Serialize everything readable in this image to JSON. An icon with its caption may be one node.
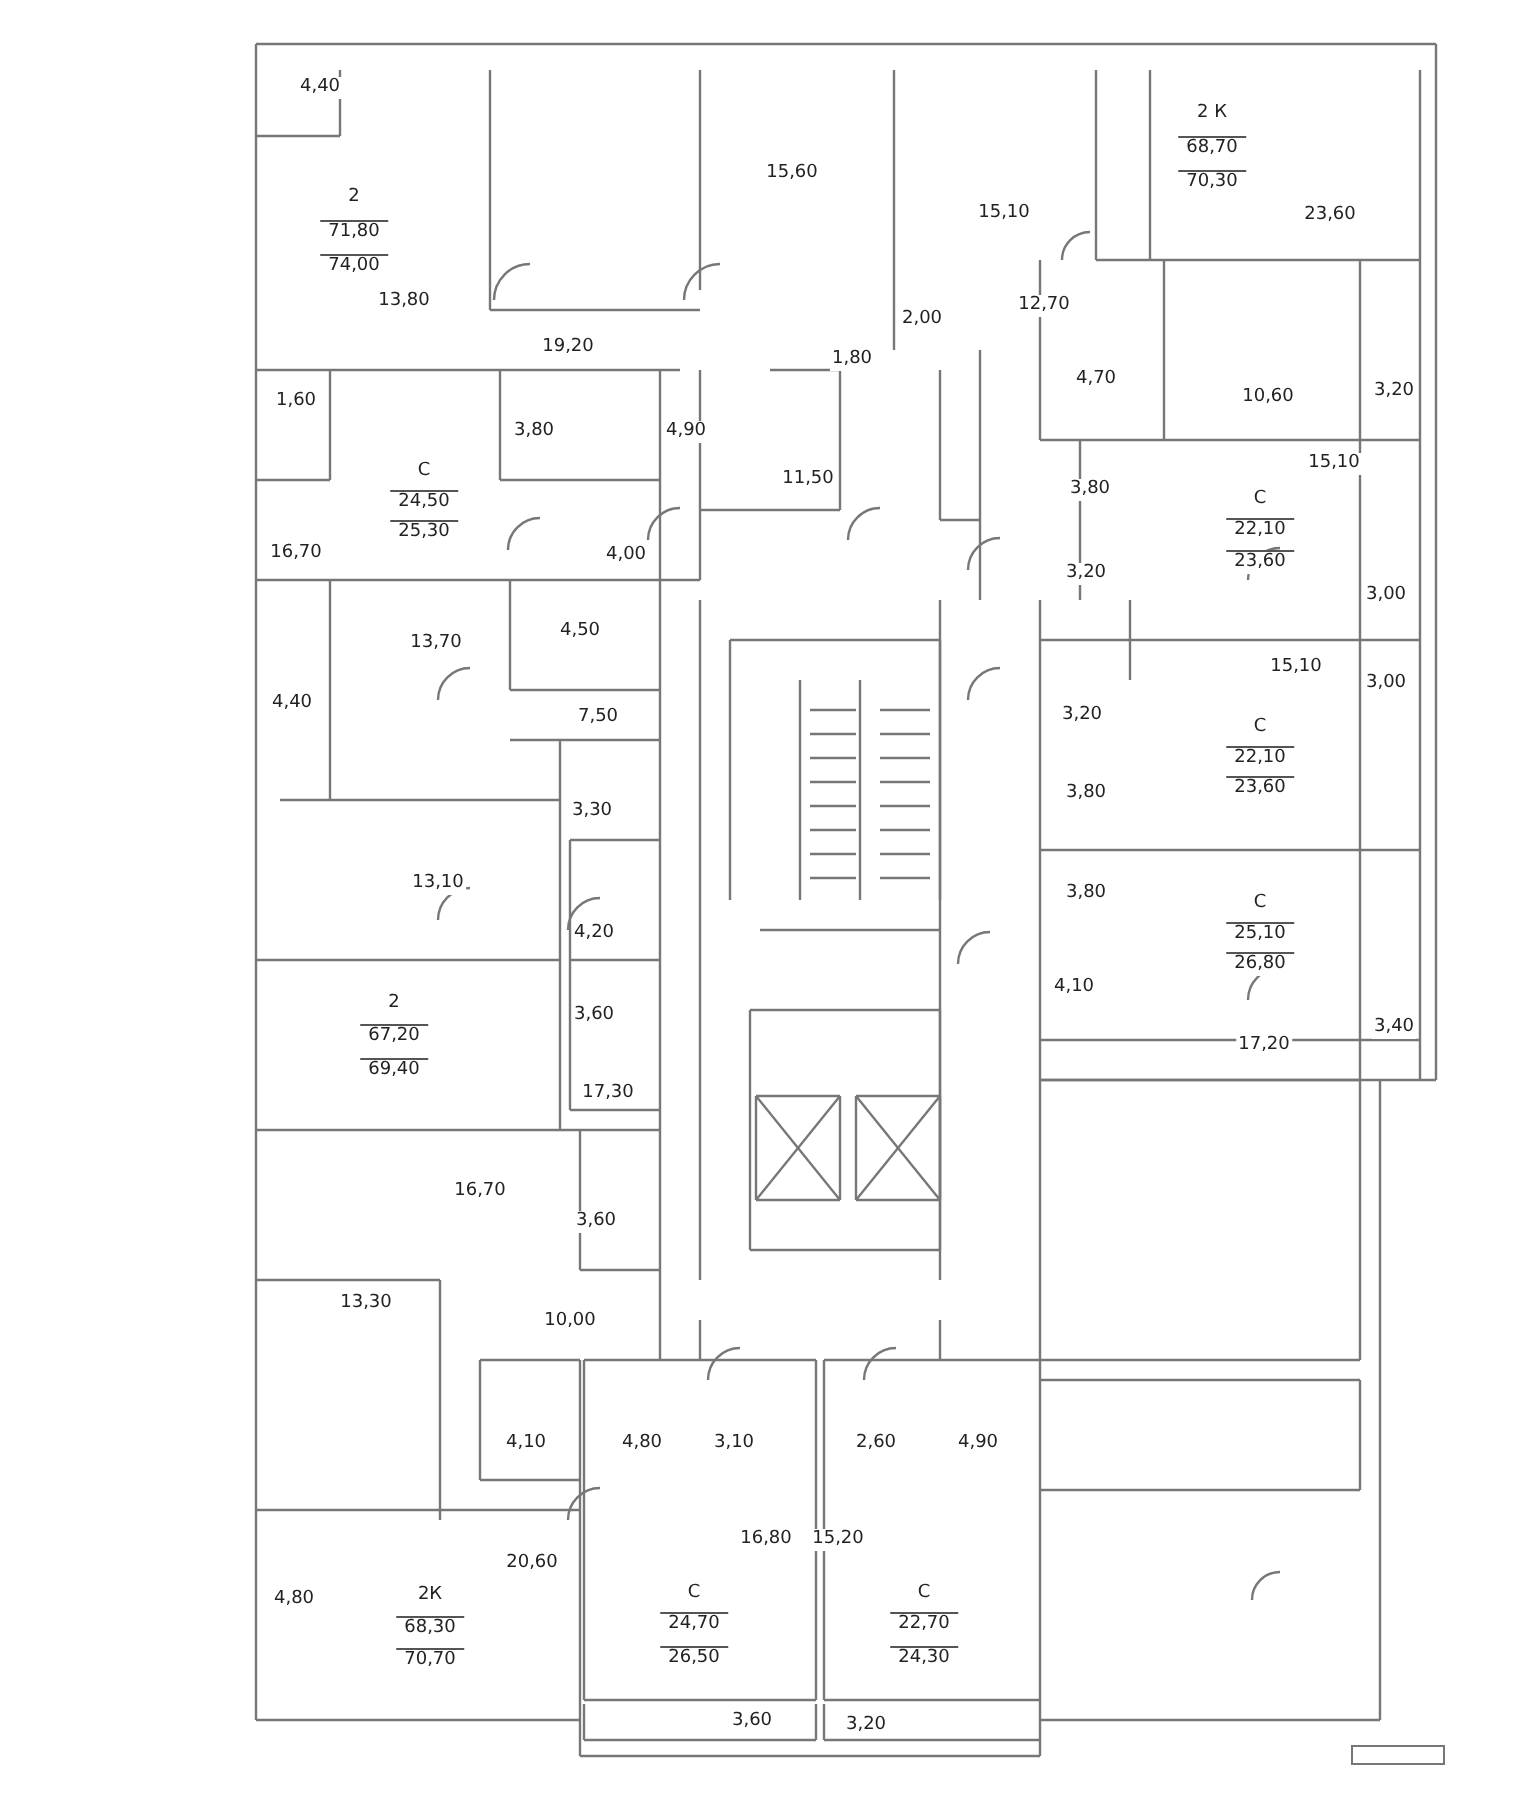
{
  "diagram": {
    "labels": [
      "4,40",
      "2",
      "71,80",
      "74,00",
      "13,80",
      "19,20",
      "15,60",
      "15,10",
      "2 К",
      "68,70",
      "70,30",
      "23,60",
      "12,70",
      "2,00",
      "1,80",
      "4,70",
      "10,60",
      "3,20",
      "1,60",
      "С",
      "24,50",
      "25,30",
      "3,80",
      "4,90",
      "11,50",
      "16,70",
      "4,00",
      "3,80",
      "15,10",
      "С",
      "22,10",
      "23,60",
      "3,20",
      "3,00",
      "13,70",
      "4,50",
      "4,40",
      "7,50",
      "15,10",
      "3,00",
      "3,20",
      "С",
      "22,10",
      "23,60",
      "3,30",
      "3,80",
      "13,10",
      "3,80",
      "С",
      "25,10",
      "26,80",
      "4,20",
      "2",
      "67,20",
      "69,40",
      "3,60",
      "4,10",
      "17,30",
      "17,20",
      "3,40",
      "16,70",
      "3,60",
      "13,30",
      "10,00",
      "4,10",
      "4,80",
      "3,10",
      "2,60",
      "4,90",
      "20,60",
      "16,80",
      "15,20",
      "2К",
      "68,30",
      "70,70",
      "4,80",
      "С",
      "24,70",
      "26,50",
      "С",
      "22,70",
      "24,30",
      "3,60",
      "3,20"
    ]
  }
}
